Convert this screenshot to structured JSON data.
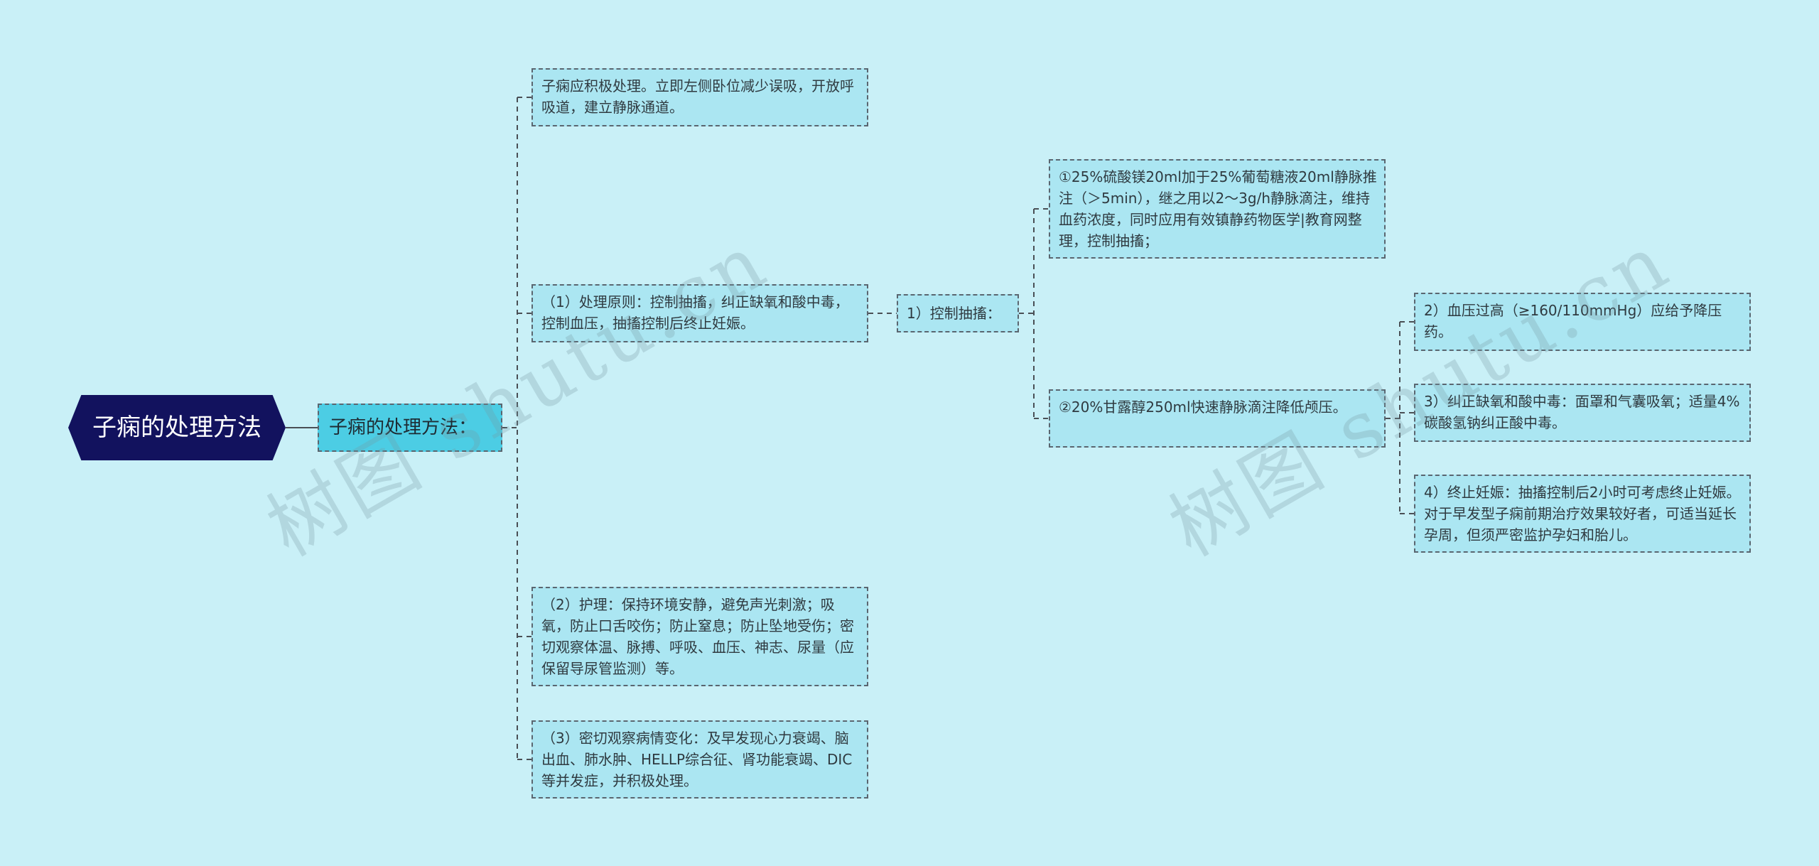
{
  "watermark": "树图 shutu.cn",
  "colors": {
    "background": "#c9f0f7",
    "root_fill": "#12125e",
    "level1_fill": "#4ccde4",
    "node_fill": "#abe6f2",
    "line": "#4a4f55"
  },
  "mindmap": {
    "root": "子痫的处理方法",
    "level1": "子痫的处理方法：",
    "first_aid": "子痫应积极处理。立即左侧卧位减少误吸，开放呼吸道，建立静脉通道。",
    "principle": "（1）处理原则：控制抽搐，纠正缺氧和酸中毒，控制血压，抽搐控制后终止妊娠。",
    "control": "1）控制抽搐：",
    "mgso4": "①25%硫酸镁20ml加于25%葡萄糖液20ml静脉推注（＞5min），继之用以2～3g/h静脉滴注，维持血药浓度，同时应用有效镇静药物医学|教育网整理，控制抽搐；",
    "mannitol": "②20%甘露醇250ml快速静脉滴注降低颅压。",
    "bp": "2）血压过高（≥160/110mmHg）应给予降压药。",
    "acid": "3）纠正缺氧和酸中毒：面罩和气囊吸氧；适量4%碳酸氢钠纠正酸中毒。",
    "terminate": "4）终止妊娠：抽搐控制后2小时可考虑终止妊娠。对于早发型子痫前期治疗效果较好者，可适当延长孕周，但须严密监护孕妇和胎儿。",
    "care": "（2）护理：保持环境安静，避免声光刺激；吸氧，防止口舌咬伤；防止窒息；防止坠地受伤；密切观察体温、脉搏、呼吸、血压、神志、尿量（应保留导尿管监测）等。",
    "observe": "（3）密切观察病情变化：及早发现心力衰竭、脑出血、肺水肿、HELLP综合征、肾功能衰竭、DIC等并发症，并积极处理。"
  }
}
